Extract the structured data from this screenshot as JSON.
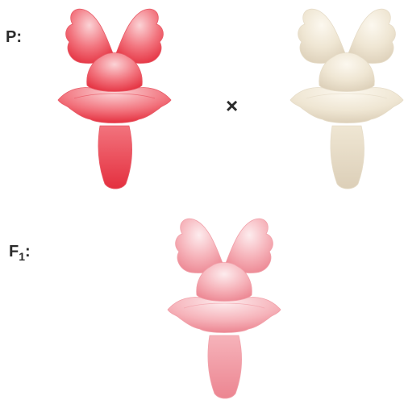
{
  "labels": {
    "parental": "P:",
    "filial_prefix": "F",
    "filial_sub": "1",
    "filial_colon": ":",
    "cross_symbol": "×"
  },
  "flowers": [
    {
      "name": "red-flower",
      "colors": {
        "light": "#fbd3d6",
        "mid": "#f2737d",
        "dark": "#e4303f",
        "edge": "#e85a66"
      }
    },
    {
      "name": "white-flower",
      "colors": {
        "light": "#fcf8ef",
        "mid": "#efe6d3",
        "dark": "#dccfb8",
        "edge": "#e6dcc8"
      }
    },
    {
      "name": "pink-flower",
      "colors": {
        "light": "#fdecee",
        "mid": "#f6b3ba",
        "dark": "#ec8591",
        "edge": "#f1a1aa"
      }
    }
  ]
}
